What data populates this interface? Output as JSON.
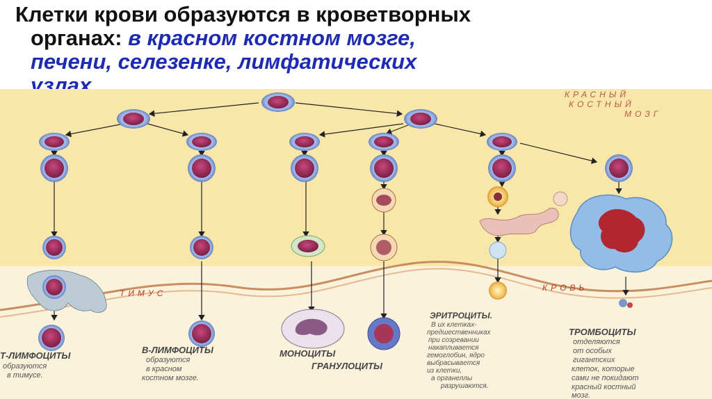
{
  "title": {
    "part1": "Клетки  крови образуются в кроветворных",
    "part2": "органах: ",
    "part3": "в красном костном мозге,",
    "part4": "печени, селезенке, лимфатических",
    "part5": "узлах."
  },
  "zones": {
    "marrow_line1": "КРАСНЫЙ",
    "marrow_line2": "КОСТНЫЙ",
    "marrow_line3": "МОЗГ",
    "thymus": "ТИМУС",
    "blood": "КРОВЬ"
  },
  "labels": {
    "t_title": "Т-ЛИМФОЦИТЫ",
    "t_l1": "образуются",
    "t_l2": "в тимусе.",
    "b_title": "В-ЛИМФОЦИТЫ",
    "b_l1": "образуются",
    "b_l2": "в красном",
    "b_l3": "костном мозге.",
    "mono": "МОНОЦИТЫ",
    "gran": "ГРАНУЛОЦИТЫ",
    "ery_title": "ЭРИТРОЦИТЫ.",
    "ery_l1": "В их клетках-",
    "ery_l2": "предшественниках",
    "ery_l3": "при созревании",
    "ery_l4": "накапливается",
    "ery_l5": "гемоглобин, ядро",
    "ery_l6": "выбрасывается",
    "ery_l7": "из клетки,",
    "ery_l8": "а органеллы",
    "ery_l9": "разрушаются.",
    "plt_title": "ТРОМБОЦИТЫ",
    "plt_l1": "отделяются",
    "plt_l2": "от особых",
    "plt_l3": "гигантских",
    "plt_l4": "клеток, которые",
    "plt_l5": "сами не покидают",
    "plt_l6": "красный костный",
    "plt_l7": "мозг."
  },
  "colors": {
    "marrow_bg": "#f8e7a8",
    "blood_bg": "#fbf2dc",
    "cell_ring": "#5e7fc4",
    "cell_fill": "#a32d5e",
    "label_text": "#555555",
    "heading_blue": "#1d2bb4"
  }
}
